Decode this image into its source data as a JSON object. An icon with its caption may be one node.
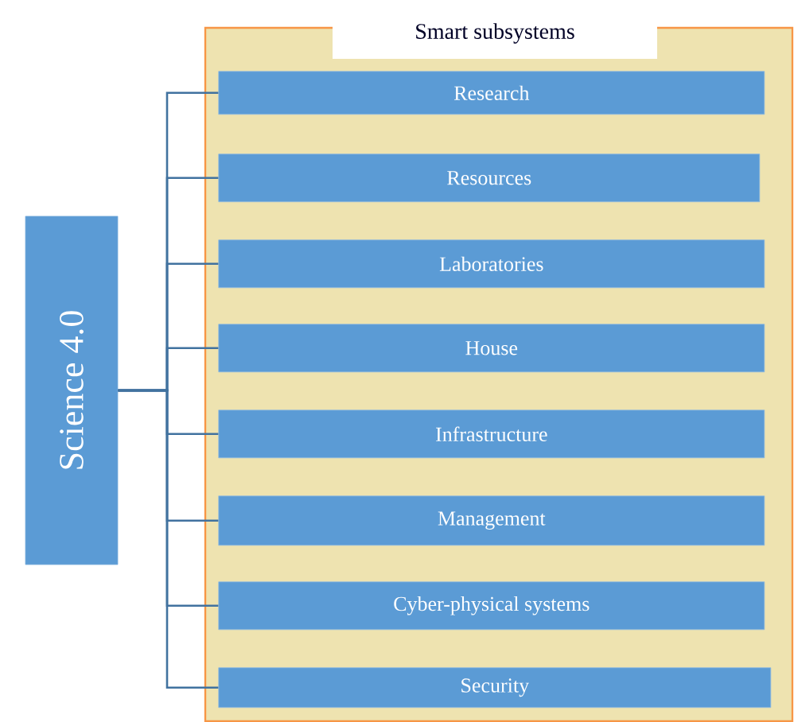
{
  "diagram": {
    "nodes": [
      {
        "text": [
          "Science 4.0"
        ]
      },
      {
        "text": [
          "Smart subsystems"
        ]
      },
      {
        "text": [
          "Research"
        ],
        "in": 1
      },
      {
        "text": [
          "Resources"
        ],
        "in": 1
      },
      {
        "text": [
          "Laboratories"
        ],
        "in": 1
      },
      {
        "text": [
          "House"
        ],
        "in": 1
      },
      {
        "text": [
          "Infrastructure"
        ],
        "in": 1
      },
      {
        "text": [
          "Management"
        ],
        "in": 1
      },
      {
        "text": [
          "Cyber-physical systems"
        ],
        "in": 1
      },
      {
        "text": [
          "Security"
        ],
        "in": 1
      }
    ],
    "edges": [
      {
        "from": 0,
        "to": 2,
        "arrow": "none"
      },
      {
        "from": 0,
        "to": 3,
        "arrow": "none"
      },
      {
        "from": 0,
        "to": 4,
        "arrow": "none"
      },
      {
        "from": 0,
        "to": 5,
        "arrow": "none"
      },
      {
        "from": 0,
        "to": 6,
        "arrow": "none"
      },
      {
        "from": 0,
        "to": 7,
        "arrow": "none"
      },
      {
        "from": 0,
        "to": 8,
        "arrow": "none"
      },
      {
        "from": 0,
        "to": 9,
        "arrow": "none"
      }
    ]
  }
}
